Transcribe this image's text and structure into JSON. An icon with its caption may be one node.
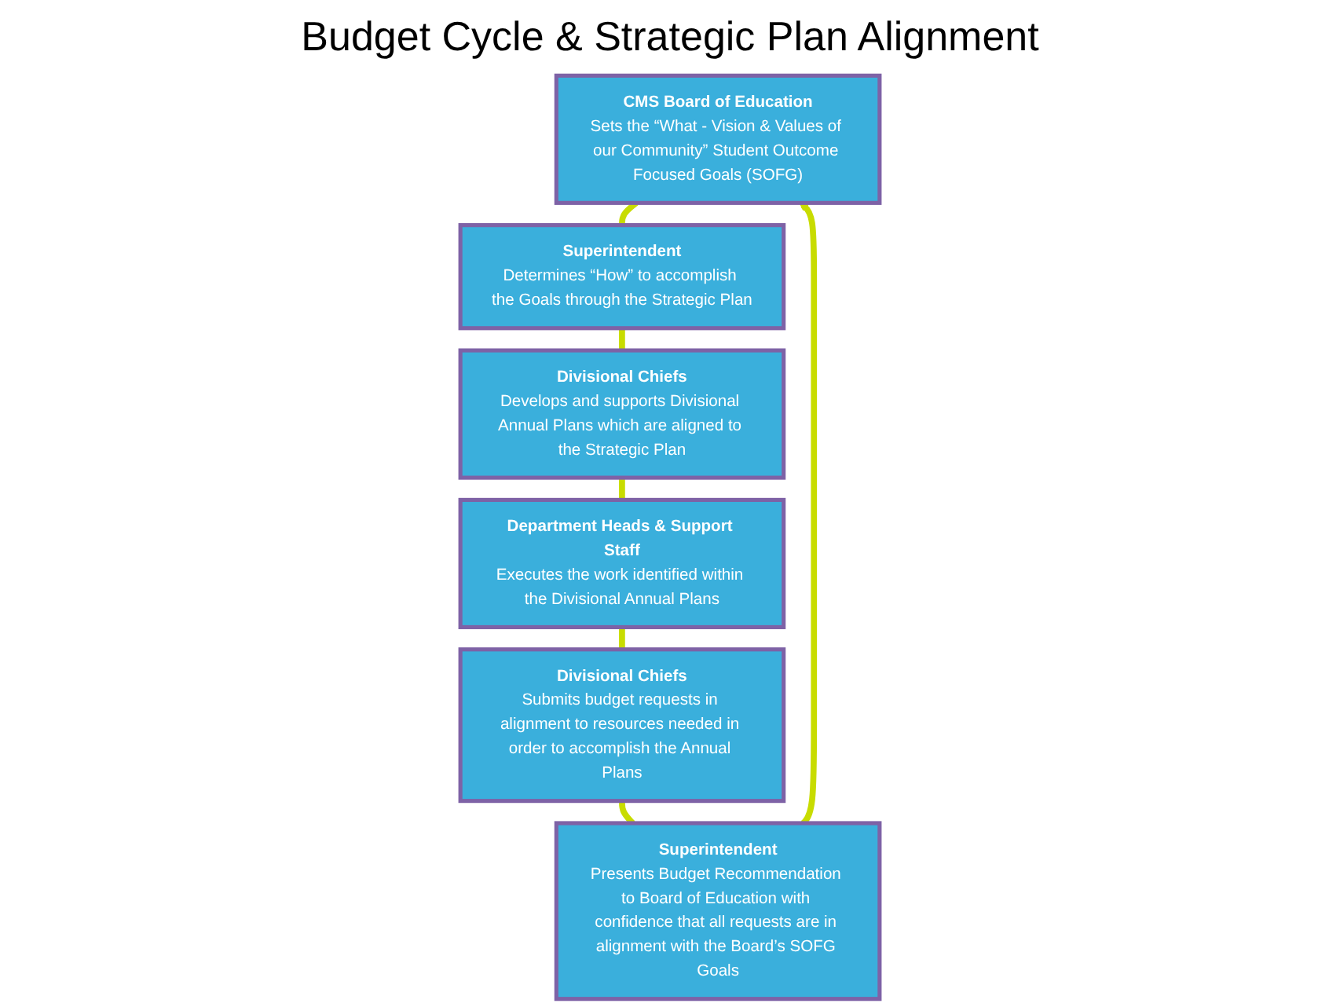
{
  "diagram": {
    "title": "Budget Cycle & Strategic Plan Alignment",
    "nodes": [
      {
        "text": [
          "CMS Board of Education",
          "Sets the “What - Vision & Values of our Community” Student Outcome Focused Goals (SOFG)"
        ]
      },
      {
        "text": [
          "Superintendent",
          "Determines “How” to accomplish the Goals through the Strategic Plan"
        ]
      },
      {
        "text": [
          "Divisional Chiefs",
          "Develops and supports Divisional Annual Plans which are aligned to the Strategic Plan"
        ]
      },
      {
        "text": [
          "Department Heads & Support Staff",
          "Executes the work identified within the Divisional Annual Plans"
        ]
      },
      {
        "text": [
          "Divisional Chiefs",
          "Submits budget requests in alignment to resources needed in order to accomplish the Annual Plans"
        ]
      },
      {
        "text": [
          "Superintendent",
          "Presents Budget Recommendation to Board of Education with confidence that all requests are in alignment with the Board’s SOFG Goals"
        ]
      }
    ],
    "edges": [
      {
        "from": 0,
        "to": 1,
        "arrow": "none"
      },
      {
        "from": 1,
        "to": 2,
        "arrow": "none"
      },
      {
        "from": 2,
        "to": 3,
        "arrow": "none"
      },
      {
        "from": 3,
        "to": 4,
        "arrow": "none"
      },
      {
        "from": 4,
        "to": 5,
        "arrow": "none"
      },
      {
        "from": 5,
        "to": 0,
        "arrow": "to"
      }
    ]
  }
}
